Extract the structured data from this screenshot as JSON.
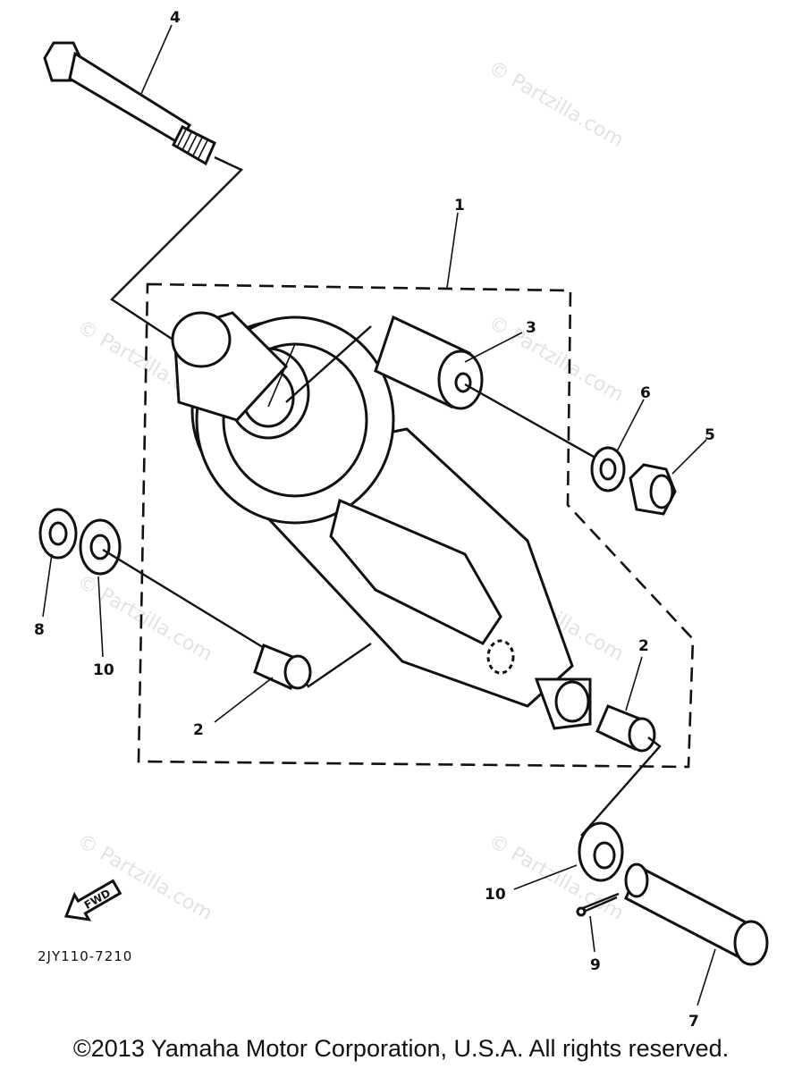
{
  "callouts": {
    "c1": "1",
    "c2a": "2",
    "c2b": "2",
    "c3": "3",
    "c4": "4",
    "c5": "5",
    "c6": "6",
    "c7": "7",
    "c8": "8",
    "c9": "9",
    "c10a": "10",
    "c10b": "10"
  },
  "fwd_arrow_label": "FWD",
  "diagram_code": "2JY110-7210",
  "watermark_text": "© Partzilla.com",
  "copyright": "©2013 Yamaha Motor Corporation, U.S.A. All rights reserved."
}
